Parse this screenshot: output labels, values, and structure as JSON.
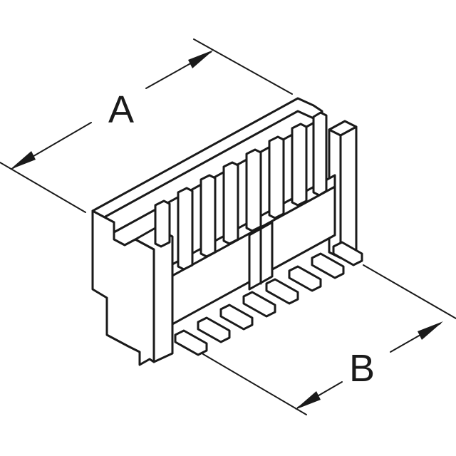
{
  "dimensions": {
    "a_label": "A",
    "b_label": "B"
  },
  "colors": {
    "line": "#1a1a1a",
    "background": "#ffffff"
  },
  "connector": {
    "pin_count": 8
  }
}
